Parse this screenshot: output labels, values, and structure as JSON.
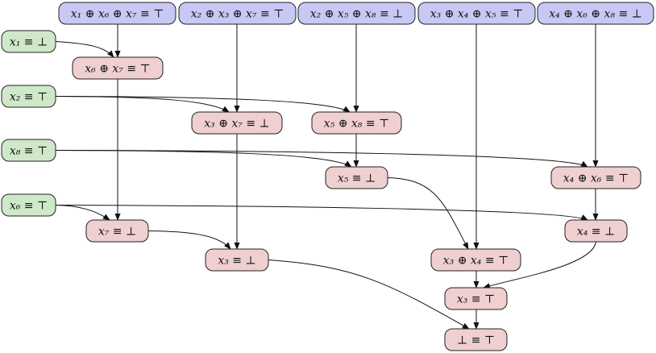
{
  "nodes": [
    {
      "id": "xor-1-6-7",
      "kind": "input",
      "label": "x₁ ⊕ x₆ ⊕ x₇ ≡ ⊤"
    },
    {
      "id": "xor-2-3-7",
      "kind": "input",
      "label": "x₂ ⊕ x₃ ⊕ x₇ ≡ ⊤"
    },
    {
      "id": "xor-2-5-8",
      "kind": "input",
      "label": "x₂ ⊕ x₅ ⊕ x₈ ≡ ⊥"
    },
    {
      "id": "xor-3-4-5",
      "kind": "input",
      "label": "x₃ ⊕ x₄ ⊕ x₅ ≡ ⊤"
    },
    {
      "id": "xor-4-6-8",
      "kind": "input",
      "label": "x₄ ⊕ x₆ ⊕ x₈ ≡ ⊥"
    },
    {
      "id": "x1",
      "kind": "given",
      "label": "x₁ ≡ ⊥"
    },
    {
      "id": "x2",
      "kind": "given",
      "label": "x₂ ≡ ⊤"
    },
    {
      "id": "x8",
      "kind": "given",
      "label": "x₈ ≡ ⊤"
    },
    {
      "id": "x6",
      "kind": "given",
      "label": "x₆ ≡ ⊤"
    },
    {
      "id": "xor-6-7",
      "kind": "derived",
      "label": "x₆ ⊕ x₇ ≡ ⊤"
    },
    {
      "id": "xor-3-7",
      "kind": "derived",
      "label": "x₃ ⊕ x₇ ≡ ⊥"
    },
    {
      "id": "xor-5-8",
      "kind": "derived",
      "label": "x₅ ⊕ x₈ ≡ ⊤"
    },
    {
      "id": "x5",
      "kind": "derived",
      "label": "x₅ ≡ ⊥"
    },
    {
      "id": "xor-4-6",
      "kind": "derived",
      "label": "x₄ ⊕ x₆ ≡ ⊤"
    },
    {
      "id": "x7",
      "kind": "derived",
      "label": "x₇ ≡ ⊥"
    },
    {
      "id": "x4",
      "kind": "derived",
      "label": "x₄ ≡ ⊥"
    },
    {
      "id": "x3-left",
      "kind": "derived",
      "label": "x₃ ≡ ⊥"
    },
    {
      "id": "xor-3-4",
      "kind": "derived",
      "label": "x₃ ⊕ x₄ ≡ ⊤"
    },
    {
      "id": "x3-right",
      "kind": "derived",
      "label": "x₃ ≡ ⊤"
    },
    {
      "id": "contradiction",
      "kind": "derived",
      "label": "⊥ ≡ ⊤"
    }
  ],
  "edges": [
    {
      "from": "xor-1-6-7",
      "to": "xor-6-7"
    },
    {
      "from": "x1",
      "to": "xor-6-7"
    },
    {
      "from": "xor-2-3-7",
      "to": "xor-3-7"
    },
    {
      "from": "x2",
      "to": "xor-3-7"
    },
    {
      "from": "xor-2-5-8",
      "to": "xor-5-8"
    },
    {
      "from": "x2",
      "to": "xor-5-8"
    },
    {
      "from": "xor-5-8",
      "to": "x5"
    },
    {
      "from": "x8",
      "to": "x5"
    },
    {
      "from": "xor-4-6-8",
      "to": "xor-4-6"
    },
    {
      "from": "x8",
      "to": "xor-4-6"
    },
    {
      "from": "xor-6-7",
      "to": "x7"
    },
    {
      "from": "x6",
      "to": "x7"
    },
    {
      "from": "xor-4-6",
      "to": "x4"
    },
    {
      "from": "x6",
      "to": "x4"
    },
    {
      "from": "xor-3-7",
      "to": "x3-left"
    },
    {
      "from": "x7",
      "to": "x3-left"
    },
    {
      "from": "xor-3-4-5",
      "to": "xor-3-4"
    },
    {
      "from": "x5",
      "to": "xor-3-4"
    },
    {
      "from": "xor-3-4",
      "to": "x3-right"
    },
    {
      "from": "x4",
      "to": "x3-right"
    },
    {
      "from": "x3-right",
      "to": "contradiction"
    },
    {
      "from": "x3-left",
      "to": "contradiction"
    }
  ]
}
